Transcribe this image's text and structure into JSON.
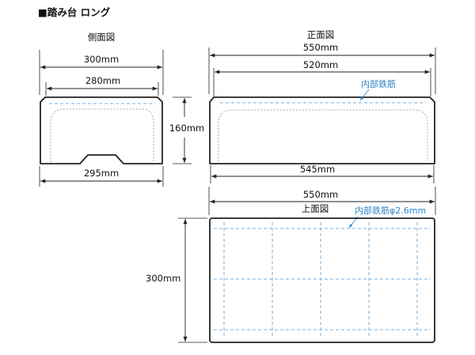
{
  "title": "■踏み台 ロング",
  "views": {
    "side": "側面図",
    "front": "正面図",
    "top": "上面図"
  },
  "dimensions": {
    "side_top_width": "300mm",
    "side_inner_width": "280mm",
    "side_bottom_width": "295mm",
    "height": "160mm",
    "front_top_width": "550mm",
    "front_inner_width": "520mm",
    "front_bottom_width": "545mm",
    "top_width": "550mm",
    "top_depth": "300mm"
  },
  "notes": {
    "rebar_front": "内部鉄筋",
    "rebar_top": "内部鉄筋φ2.6mm"
  },
  "colors": {
    "outline": "#222222",
    "rebar": "#7aaedb",
    "note_text": "#2e86c9",
    "hidden_line": "#a8a8a8"
  }
}
